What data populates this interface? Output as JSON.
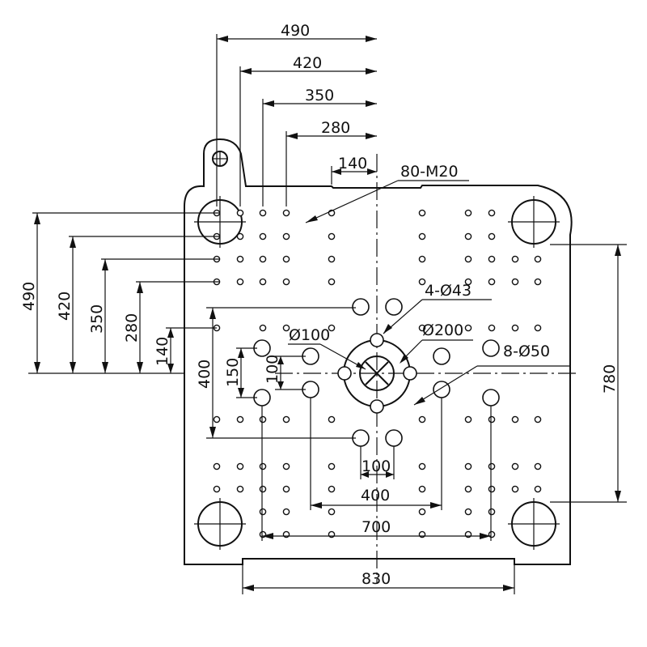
{
  "drawing": {
    "dimensions": {
      "top_490": "490",
      "top_420": "420",
      "top_350": "350",
      "top_280": "280",
      "top_140": "140",
      "left_490": "490",
      "left_420": "420",
      "left_350": "350",
      "left_280": "280",
      "left_140": "140",
      "left_400": "400",
      "left_150": "150",
      "left_100": "100",
      "right_780": "780",
      "bottom_100": "100",
      "bottom_400": "400",
      "bottom_700": "700",
      "bottom_830": "830"
    },
    "callouts": {
      "tapped_holes": "80-M20",
      "holes_43": "4-Ø43",
      "dia_100": "Ø100",
      "dia_200": "Ø200",
      "holes_50": "8-Ø50"
    }
  }
}
